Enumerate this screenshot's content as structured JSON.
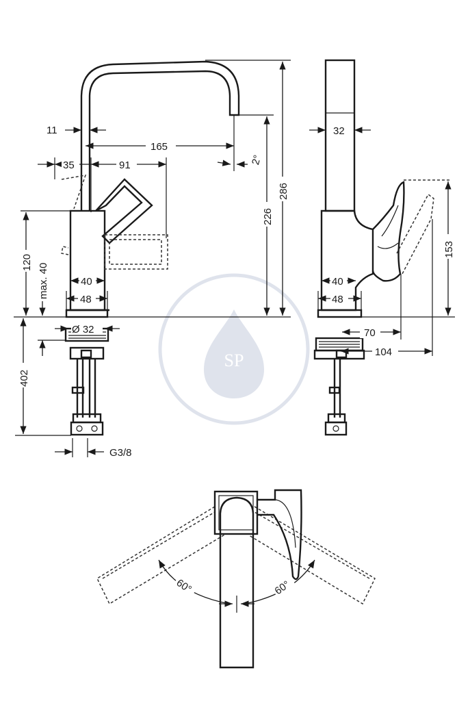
{
  "dimensions": {
    "d11": "11",
    "d165": "165",
    "d35": "35",
    "d91": "91",
    "d2deg": "2°",
    "d226": "226",
    "d286": "286",
    "d120": "120",
    "dmax40": "max. 40",
    "d40_front": "40",
    "d48_front": "48",
    "d32_dia": "Ø 32",
    "d402": "402",
    "dG38": "G3/8",
    "d32_side": "32",
    "d153": "153",
    "d40_side": "40",
    "d48_side": "48",
    "d70": "70",
    "d104": "104",
    "d60_left": "60°",
    "d60_right": "60°"
  },
  "watermark": {
    "monogram": "SP"
  }
}
